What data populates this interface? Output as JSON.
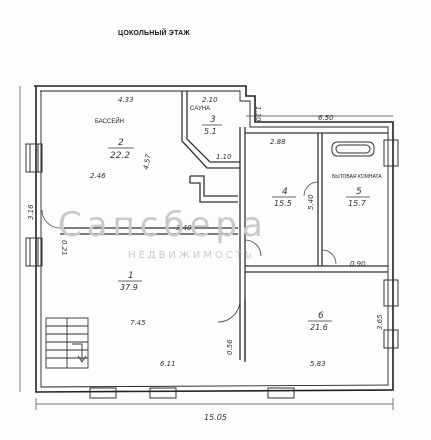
{
  "title": "ЦОКОЛЬНЫЙ ЭТАЖ",
  "room_labels": {
    "pool": "БАССЕЙН",
    "sauna": "САУНА",
    "utility": "БЫТОВАЯ КОМНАТА"
  },
  "rooms": [
    {
      "number": "2",
      "area": "22.2"
    },
    {
      "number": "3",
      "area": "5.1"
    },
    {
      "number": "4",
      "area": "15.5"
    },
    {
      "number": "5",
      "area": "15.7"
    },
    {
      "number": "1",
      "area": "37.9"
    },
    {
      "number": "6",
      "area": "21.6"
    }
  ],
  "dimensions": {
    "d_4_33": "4.33",
    "d_2_10": "2.10",
    "d_1_30": "1.30",
    "d_6_50": "6.50",
    "d_2_88": "2.88",
    "d_4_57": "4.57",
    "d_2_46": "2.46",
    "d_1_10": "1.10",
    "d_5_40": "5.40",
    "d_3_16": "3.16",
    "d_0_21": "0.21",
    "d_3_40": "3.40",
    "d_0_90": "0.90",
    "d_7_45": "7.45",
    "d_3_65": "3.65",
    "d_0_56": "0.56",
    "d_5_83": "5.83",
    "d_6_11": "6.11",
    "d_15_05": "15.05"
  },
  "watermark": {
    "brand": "Сапсбера",
    "sub": "НЕДВИЖИМОСТЬ"
  }
}
